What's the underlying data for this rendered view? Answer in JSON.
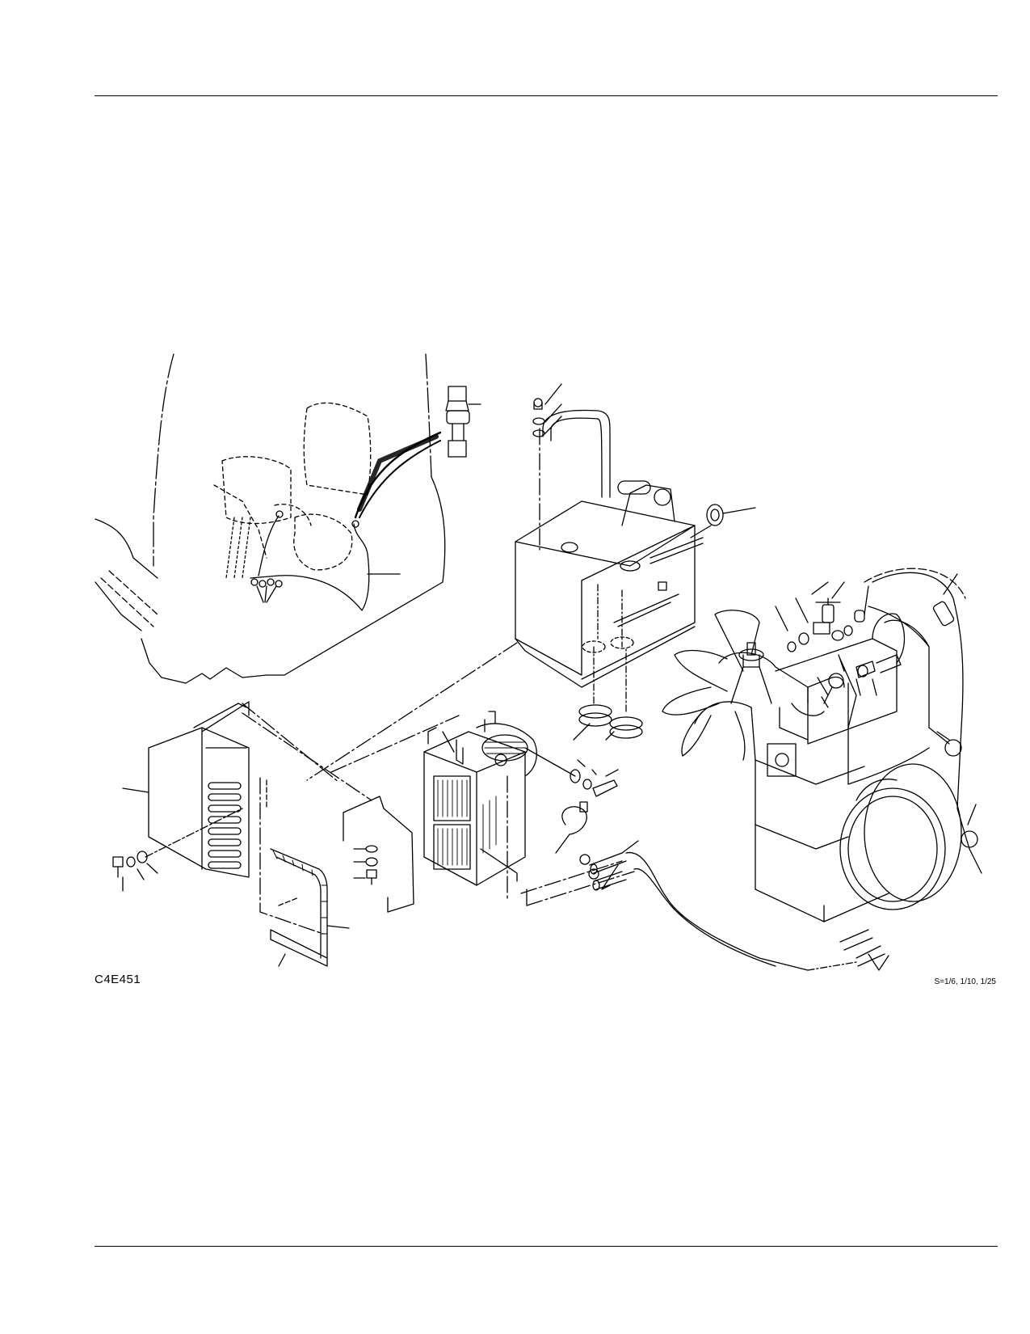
{
  "figure": {
    "id_code": "C4E451",
    "scale_note": "S=1/6, 1/10, 1/25"
  },
  "colors": {
    "ink": "#000000",
    "paper": "#ffffff"
  },
  "components": [
    "seat-outline",
    "switch",
    "wire-harness",
    "heater-mount-bracket",
    "grommets",
    "bushing",
    "heater-unit",
    "motor-fan-assembly",
    "heater-cover",
    "mounting-plate",
    "seal-strip",
    "engine",
    "heater-hoses",
    "hose-clamps",
    "valve-fittings",
    "fan"
  ]
}
